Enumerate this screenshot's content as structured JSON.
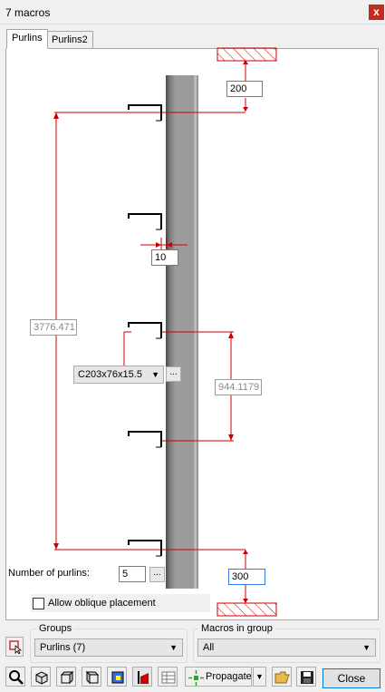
{
  "window": {
    "title": "7 macros",
    "close_glyph": "x"
  },
  "tabs": [
    {
      "label": "Purlins",
      "active": true
    },
    {
      "label": "Purlins2",
      "active": false
    }
  ],
  "drawing": {
    "top_offset": "200",
    "bottom_offset": "300",
    "gap": "10",
    "total_span": "3776.471",
    "spacing": "944.1179",
    "profile": "C203x76x15.5",
    "ellipsis": "..."
  },
  "options": {
    "number_of_purlins_label": "Number of purlins:",
    "number_of_purlins_value": "5",
    "allow_oblique_label": "Allow oblique placement",
    "allow_oblique_checked": false
  },
  "groups": {
    "title": "Groups",
    "selected": "Purlins (7)"
  },
  "macros_in_group": {
    "title": "Macros in group",
    "selected": "All"
  },
  "toolbar": {
    "propagate_label": "Propagate",
    "close_label": "Close"
  },
  "colors": {
    "dimension": "#cc0000",
    "column": "#9a9a9a",
    "accent": "#0078d7"
  }
}
